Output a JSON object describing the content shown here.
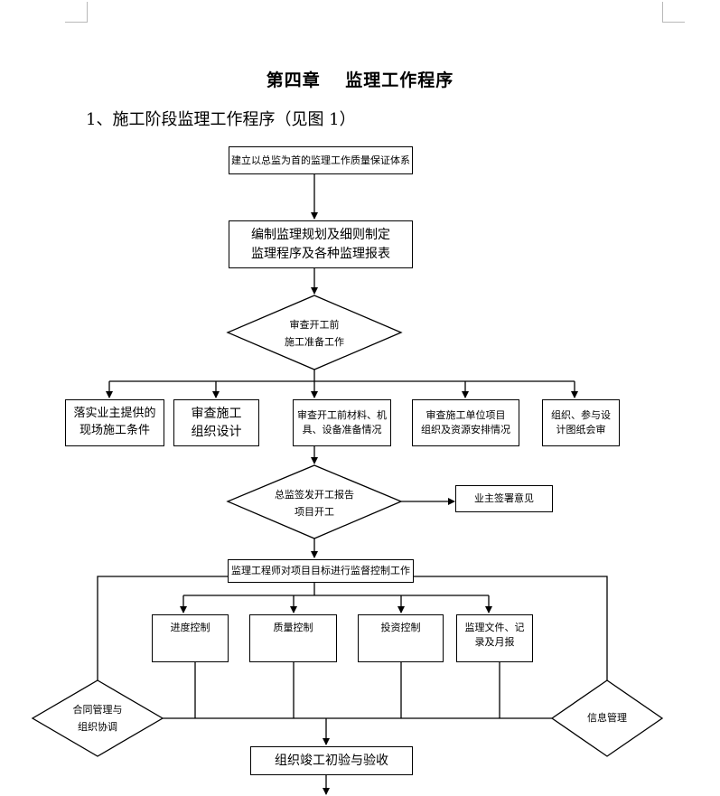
{
  "page": {
    "title": "第四章　 监理工作程序",
    "section_heading": "1、施工阶段监理工作程序（见图 1）"
  },
  "flowchart": {
    "system_box": "建立以总监为首的监理工作质量保证体系",
    "plan_box": [
      "编制监理规划及细则制定",
      "监理程序及各种监理报表"
    ],
    "review_diamond": [
      "审查开工前",
      "施工准备工作"
    ],
    "prep_boxes": [
      [
        "落实业主提供的",
        "现场施工条件"
      ],
      [
        "审查施工",
        "组织设计"
      ],
      [
        "审查开工前材料、机",
        "具、设备准备情况"
      ],
      [
        "审查施工单位项目",
        "组织及资源安排情况"
      ],
      [
        "组织、参与设",
        "计图纸会审"
      ]
    ],
    "start_diamond": [
      "总监签发开工报告",
      "项目开工"
    ],
    "owner_box": "业主签署意见",
    "supervise_box": "监理工程师对项目目标进行监督控制工作",
    "control_boxes": [
      [
        "进度控制"
      ],
      [
        "质量控制"
      ],
      [
        "投资控制"
      ],
      [
        "监理文件、记",
        "录及月报"
      ]
    ],
    "contract_diamond": [
      "合同管理与",
      "组织协调"
    ],
    "info_diamond": [
      "信息管理"
    ],
    "completion_box": "组织竣工初验与验收"
  }
}
